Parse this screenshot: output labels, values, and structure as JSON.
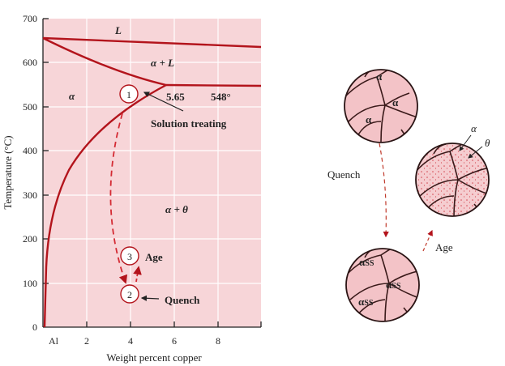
{
  "phase_diagram": {
    "y_axis_label": "Temperature (°C)",
    "x_axis_label": "Weight percent copper",
    "y_ticks": [
      "0",
      "100",
      "200",
      "300",
      "400",
      "500",
      "600",
      "700"
    ],
    "x_ticks": [
      "Al",
      "2",
      "4",
      "6",
      "8"
    ],
    "regions": {
      "liquid": "L",
      "alpha_liquid": "α + L",
      "alpha": "α",
      "alpha_theta": "α + θ"
    },
    "eutectic_composition": "5.65",
    "eutectic_temperature": "548°",
    "steps": [
      {
        "number": "1",
        "label": "Solution treating"
      },
      {
        "number": "2",
        "label": "Quench"
      },
      {
        "number": "3",
        "label": "Age"
      }
    ]
  },
  "microstructures": {
    "top_grains": [
      "α",
      "α",
      "α"
    ],
    "quench_label": "Quench",
    "age_label": "Age",
    "aged_labels": [
      "α",
      "θ"
    ],
    "quenched_grains": [
      "α",
      "α",
      "α"
    ],
    "quenched_subscript": "SS"
  },
  "colors": {
    "curve": "#b3141c",
    "background": "#f7d5d8",
    "grid": "#ffffff"
  }
}
